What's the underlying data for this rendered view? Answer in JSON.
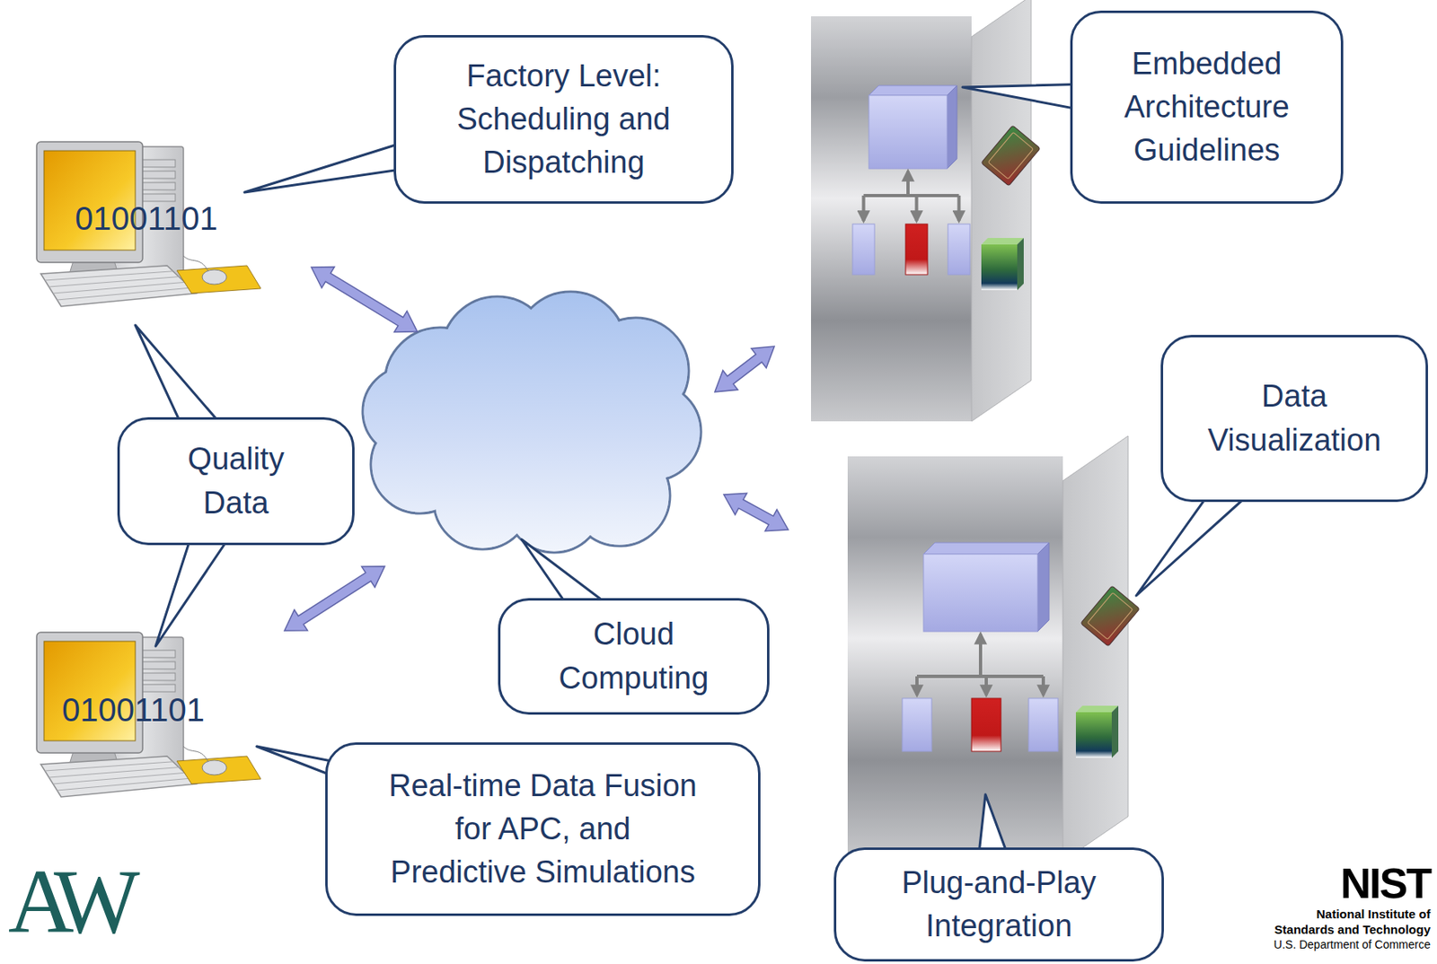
{
  "diagram": {
    "nodes": [
      {
        "text": [
          "Factory Level: Scheduling and Dispatching"
        ]
      },
      {
        "text": [
          "Embedded Architecture Guidelines"
        ]
      },
      {
        "text": [
          "Data Visualization"
        ]
      },
      {
        "text": [
          "Quality Data"
        ]
      },
      {
        "text": [
          "Cloud Computing"
        ]
      },
      {
        "text": [
          "Real-time Data Fusion for APC, and Predictive Simulations"
        ]
      },
      {
        "text": [
          "Plug-and-Play Integration"
        ]
      }
    ],
    "labels": [
      "01001101",
      "01001101",
      "AW",
      "NIST",
      "National Institute of",
      "Standards and Technology",
      "U.S. Department of Commerce"
    ]
  }
}
